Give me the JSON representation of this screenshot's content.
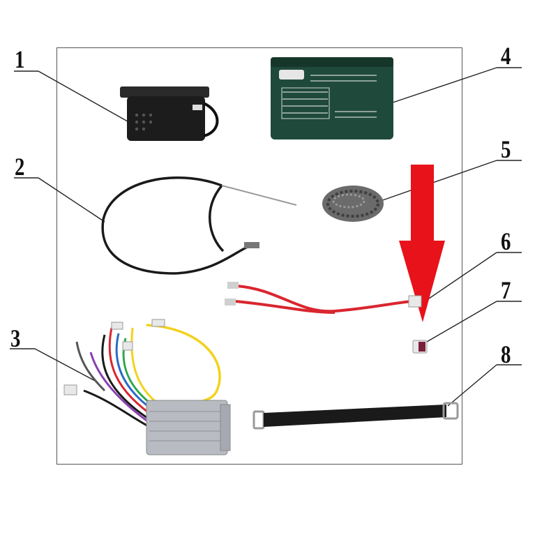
{
  "callouts": [
    {
      "id": "1",
      "label": "1"
    },
    {
      "id": "2",
      "label": "2"
    },
    {
      "id": "3",
      "label": "3"
    },
    {
      "id": "4",
      "label": "4"
    },
    {
      "id": "5",
      "label": "5"
    },
    {
      "id": "6",
      "label": "6"
    },
    {
      "id": "7",
      "label": "7"
    },
    {
      "id": "8",
      "label": "8"
    }
  ],
  "colors": {
    "frame": "#555555",
    "arrow": "#e8121a",
    "battery": "#1f4a3b",
    "chain": "#6b6b6b",
    "wire_red": "#d9262f",
    "wire_yellow": "#f2d21b",
    "controller": "#b8bcc2",
    "strap": "#1a1a1a",
    "cable": "#1a1a1a"
  },
  "icons": {
    "highlight": "down-arrow-icon"
  }
}
